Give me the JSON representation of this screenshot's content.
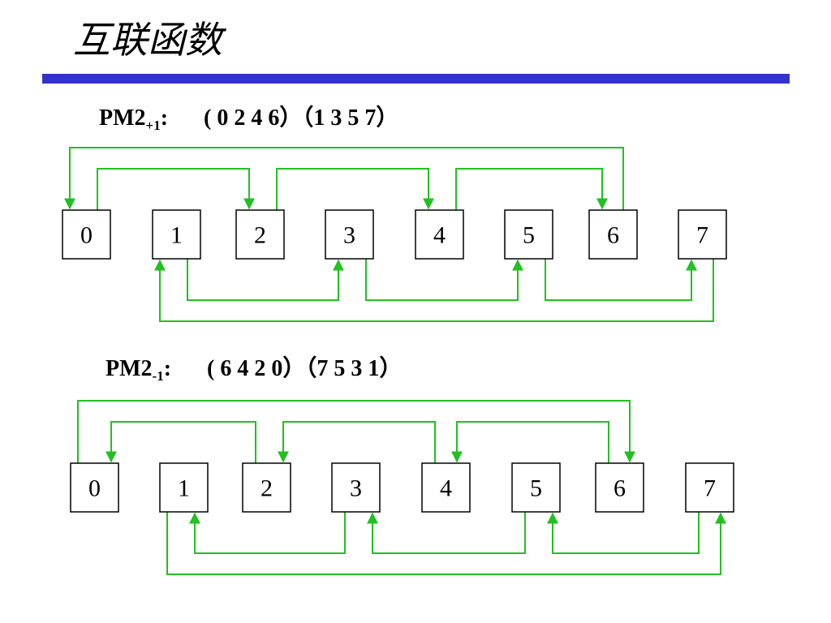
{
  "title": "互联函数",
  "accent_color": "#3333cc",
  "wire_color": "#22c022",
  "sections": [
    {
      "label_main": "PM2",
      "label_sub": "+1",
      "label_colon": ":",
      "cycle_a": "( 0  2  4  6）",
      "cycle_b": "（1  3  5  7）",
      "nodes": [
        "0",
        "1",
        "2",
        "3",
        "4",
        "5",
        "6",
        "7"
      ],
      "connections": [
        {
          "from": "0",
          "to": "2"
        },
        {
          "from": "2",
          "to": "4"
        },
        {
          "from": "4",
          "to": "6"
        },
        {
          "from": "6",
          "to": "0"
        },
        {
          "from": "1",
          "to": "3"
        },
        {
          "from": "3",
          "to": "5"
        },
        {
          "from": "5",
          "to": "7"
        },
        {
          "from": "7",
          "to": "1"
        }
      ]
    },
    {
      "label_main": "PM2",
      "label_sub": "-1",
      "label_colon": ":",
      "cycle_a": "( 6  4  2  0）",
      "cycle_b": "（7  5  3  1）",
      "nodes": [
        "0",
        "1",
        "2",
        "3",
        "4",
        "5",
        "6",
        "7"
      ],
      "connections": [
        {
          "from": "0",
          "to": "6"
        },
        {
          "from": "6",
          "to": "4"
        },
        {
          "from": "4",
          "to": "2"
        },
        {
          "from": "2",
          "to": "0"
        },
        {
          "from": "1",
          "to": "7"
        },
        {
          "from": "7",
          "to": "5"
        },
        {
          "from": "5",
          "to": "3"
        },
        {
          "from": "3",
          "to": "1"
        }
      ]
    }
  ]
}
